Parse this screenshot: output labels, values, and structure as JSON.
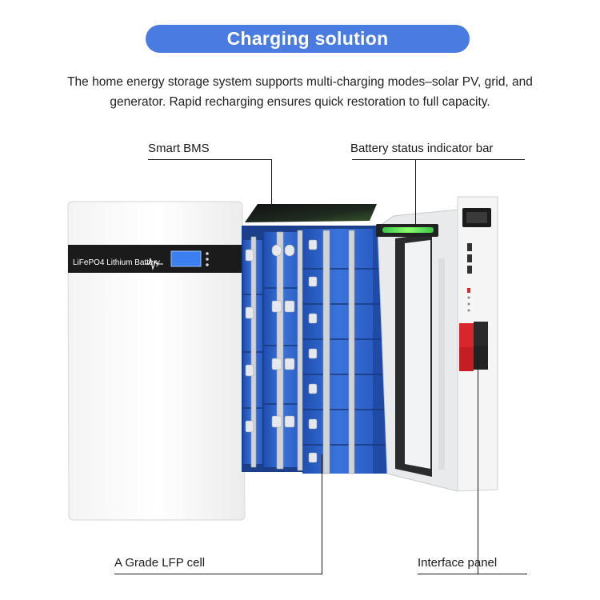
{
  "header": {
    "title": "Charging solution",
    "description_line1": "The home energy storage system supports multi-charging modes–solar PV, grid, and",
    "description_line2": "generator. Rapid recharging ensures quick restoration to full capacity."
  },
  "product": {
    "panel_label": "LiFePO4 Lithium Battery"
  },
  "callouts": {
    "smart_bms": "Smart BMS",
    "status_bar": "Battery status indicator bar",
    "lfp_cell": "A Grade LFP cell",
    "interface_panel": "Interface panel"
  },
  "colors": {
    "accent": "#4a7be0",
    "cell_blue": "#2f66cf",
    "status_green": "#6fe05a",
    "connector_red": "#d8262c"
  }
}
